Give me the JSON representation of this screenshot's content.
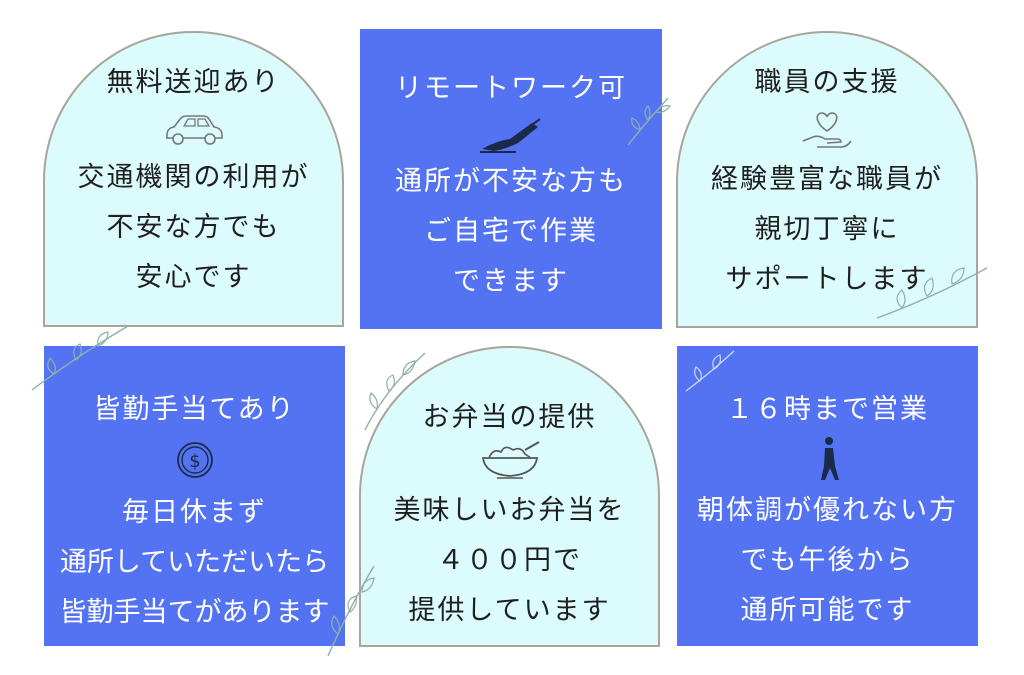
{
  "cards": [
    {
      "title": "無料送迎あり",
      "icon": "car-icon",
      "lines": [
        "交通機関の利用が",
        "不安な方でも",
        "安心です"
      ]
    },
    {
      "title": "リモートワーク可",
      "icon": "writing-hand-icon",
      "lines": [
        "通所が不安な方も",
        "ご自宅で作業",
        "できます"
      ]
    },
    {
      "title": "職員の支援",
      "icon": "heart-hand-icon",
      "lines": [
        "経験豊富な職員が",
        "親切丁寧に",
        "サポートします"
      ]
    },
    {
      "title": "皆勤手当てあり",
      "icon": "coin-icon",
      "lines": [
        "毎日休まず",
        "通所していただいたら",
        "皆勤手当てがあります"
      ]
    },
    {
      "title": "お弁当の提供",
      "icon": "salad-bowl-icon",
      "lines": [
        "美味しいお弁当を",
        "４００円で",
        "提供しています"
      ]
    },
    {
      "title": "１６時まで営業",
      "icon": "walking-person-icon",
      "lines": [
        "朝体調が優れない方",
        "でも午後から",
        "通所可能です"
      ]
    }
  ],
  "colors": {
    "arch_fill": "#dcfbfc",
    "arch_border": "#a9a59a",
    "rect_fill": "#5473f3",
    "leaf": "#8fb0a8"
  }
}
